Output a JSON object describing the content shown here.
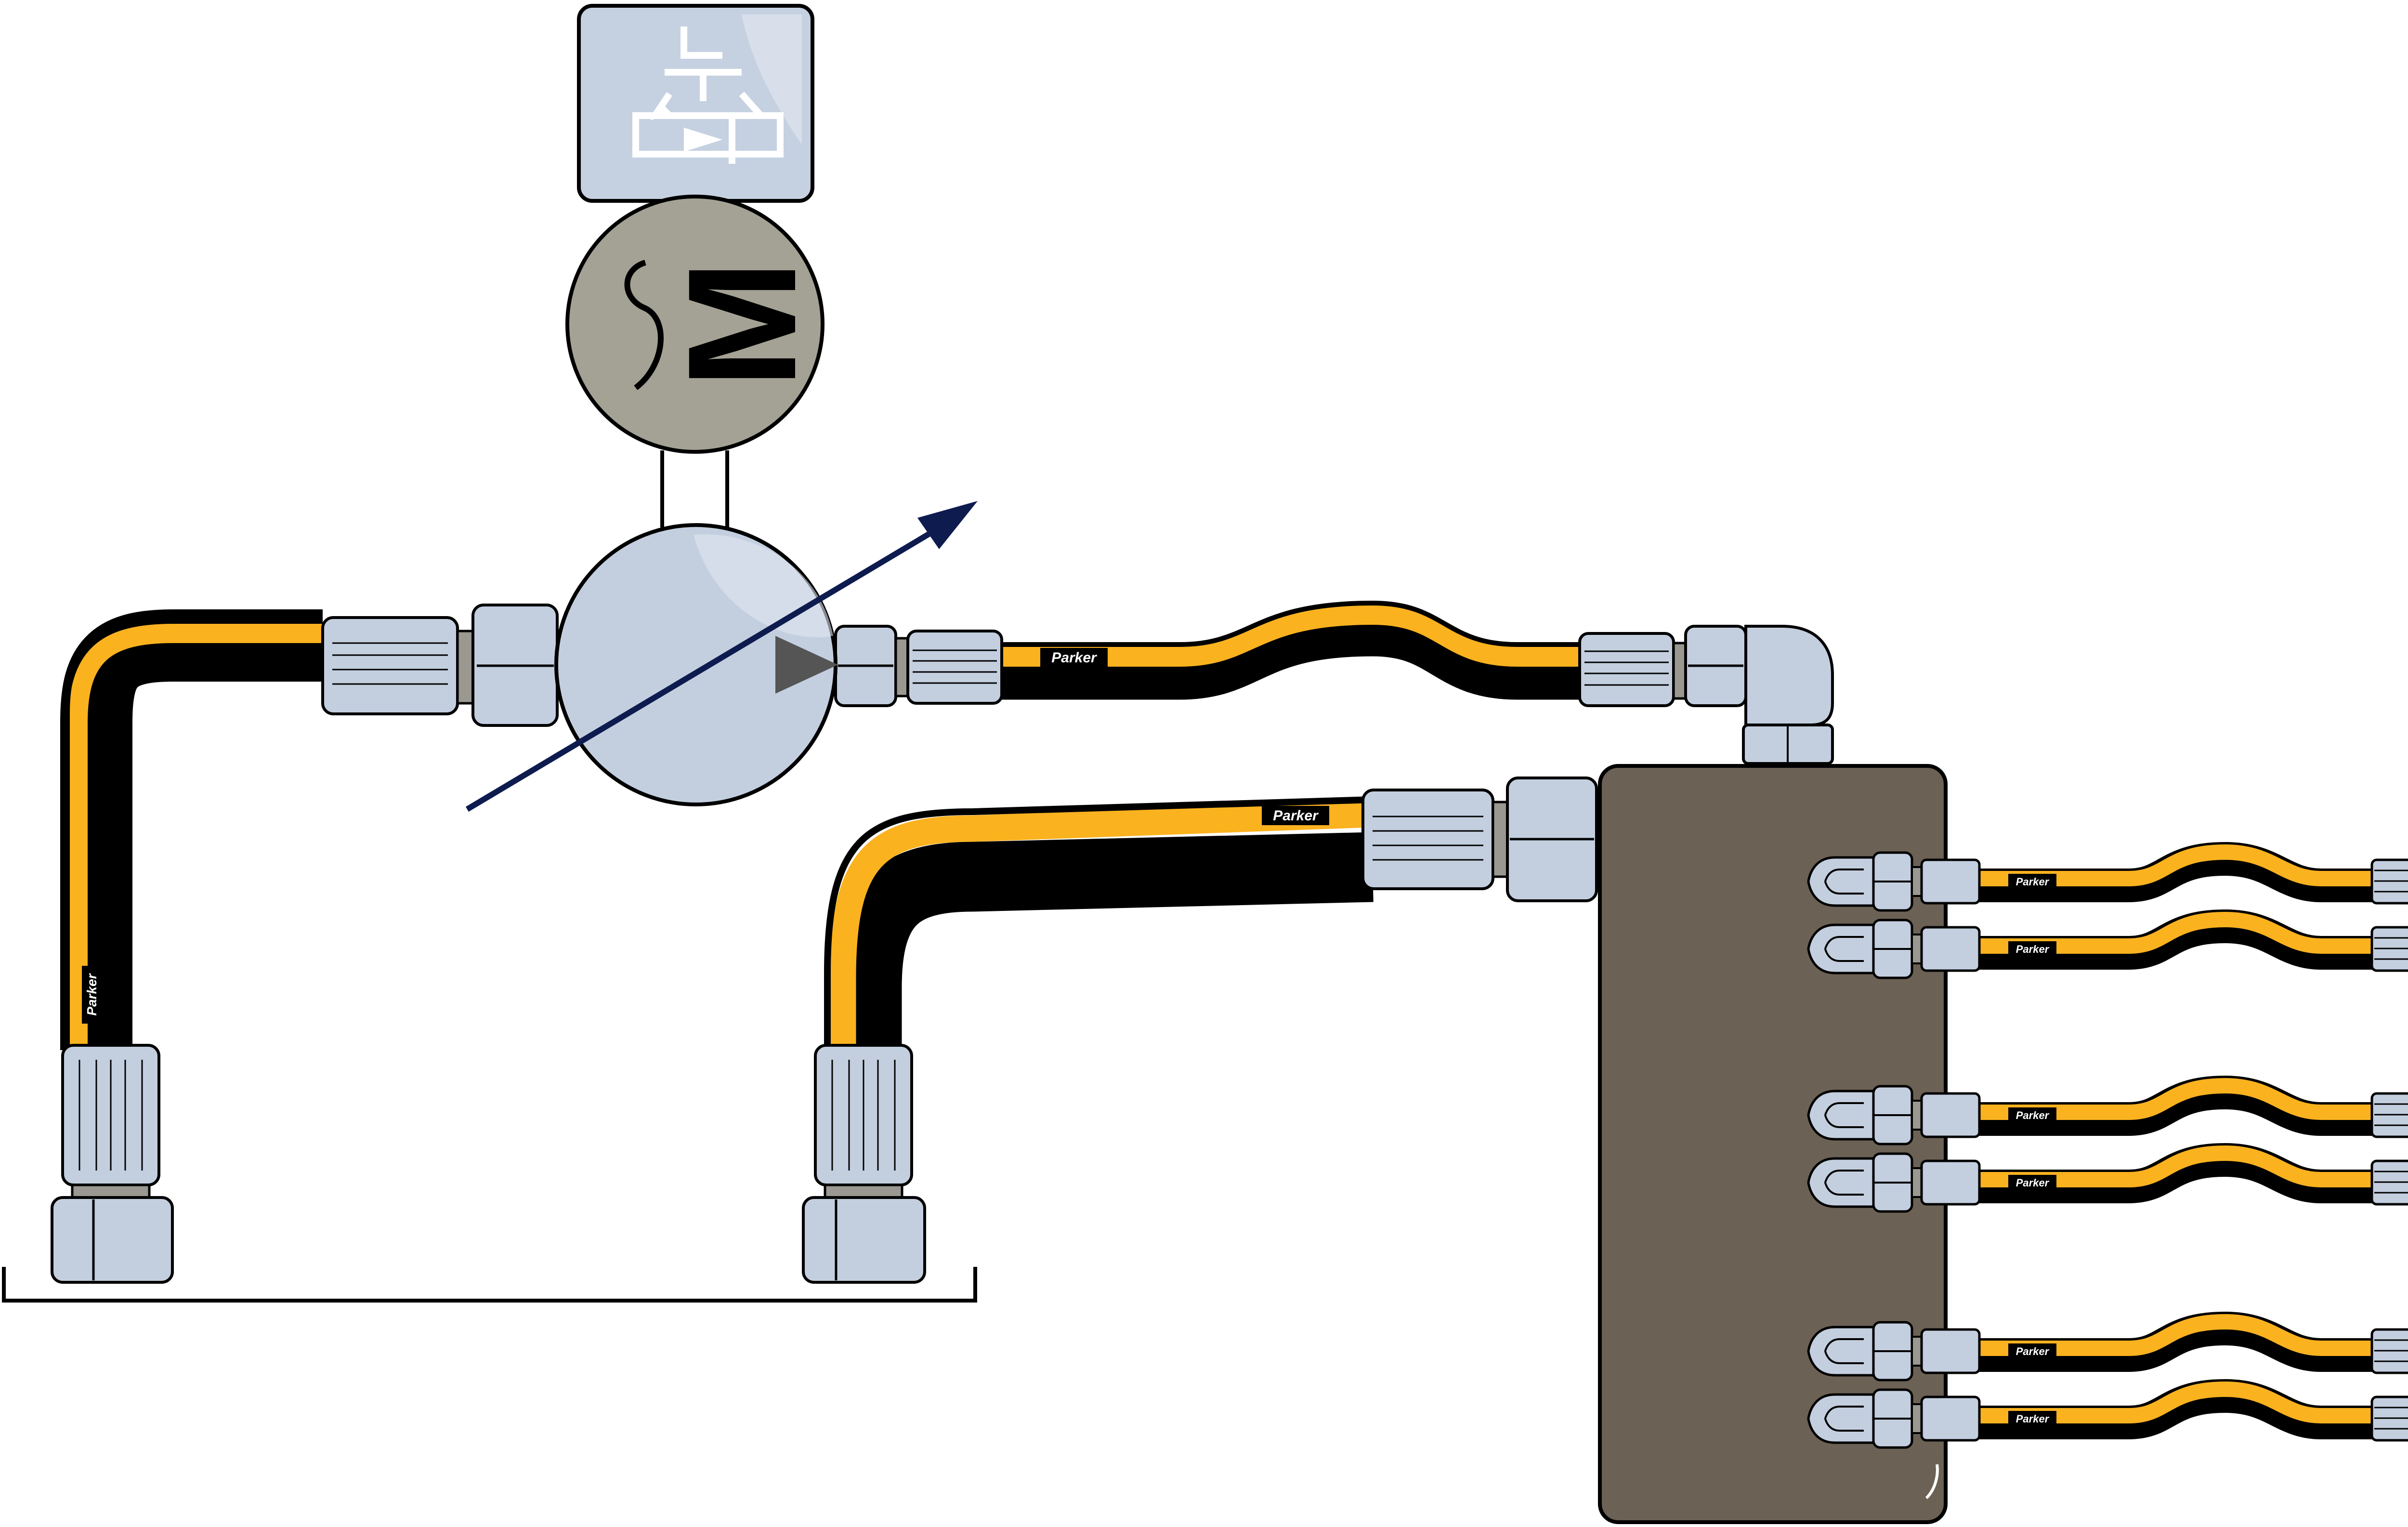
{
  "motor": {
    "letter": "M"
  },
  "brand": {
    "hose_label": "Parker"
  },
  "colors": {
    "hose_yellow": "#fbb21f",
    "hose_black": "#000000",
    "fitting_fill": "#c3cfdf",
    "fitting_stroke": "#000000",
    "manifold_fill": "#6c6155",
    "motor_fill": "#a4a195",
    "pump_fill": "#c3cfdf",
    "drive_box_fill": "#c5d1e1",
    "arrow_color": "#0d1b4f"
  },
  "diagram": {
    "components": [
      "drive-symbol",
      "electric-motor",
      "variable-displacement-pump",
      "manifold-block",
      "reservoir"
    ],
    "manifold_outputs": 6
  }
}
